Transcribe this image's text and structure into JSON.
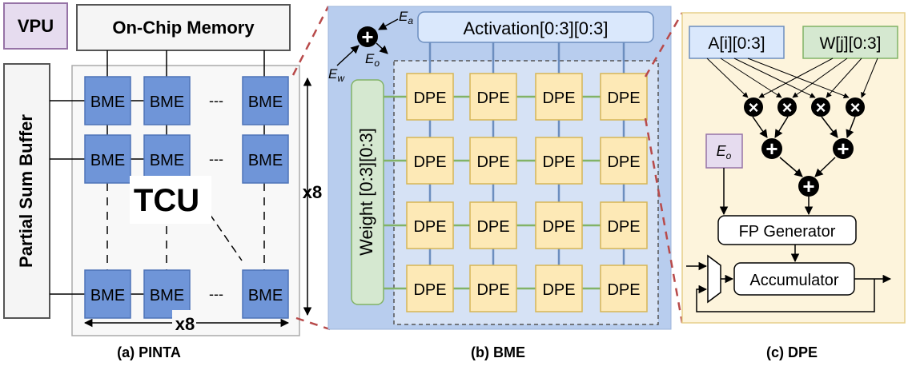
{
  "panel_a": {
    "vpu_label": "VPU",
    "memory_label": "On-Chip Memory",
    "buffer_label": "Partial Sum Buffer",
    "bme_label": "BME",
    "dots": "---",
    "tcu_label": "TCU",
    "rows_count": "x8",
    "cols_count": "x8",
    "caption": "(a) PINTA"
  },
  "panel_b": {
    "activation_label": "Activation[0:3][0:3]",
    "weight_label": "Weight [0:3][0:3]",
    "dpe_label": "DPE",
    "plus_sign": "+",
    "ea_label": "E",
    "ea_sub": "a",
    "eo_label": "E",
    "eo_sub": "o",
    "ew_label": "E",
    "ew_sub": "w",
    "caption": "(b) BME"
  },
  "panel_c": {
    "a_label": "A[i][0:3]",
    "w_label": "W[j][0:3]",
    "mult_sign": "×",
    "plus_sign": "+",
    "eo_label": "E",
    "eo_sub": "o",
    "fp_label": "FP Generator",
    "acc_label": "Accumulator",
    "caption": "(c) DPE"
  },
  "colors": {
    "bme_fill": "#6f95d8",
    "dpe_fill": "#fde9b6",
    "panel_b_bg": "#b8cdee",
    "panel_c_bg": "#fdf4dc",
    "vpu_fill": "#e6dcef",
    "weight_fill": "#d5e8d0",
    "activation_fill": "#dae8fc",
    "dashed_red": "#b84a4a"
  }
}
